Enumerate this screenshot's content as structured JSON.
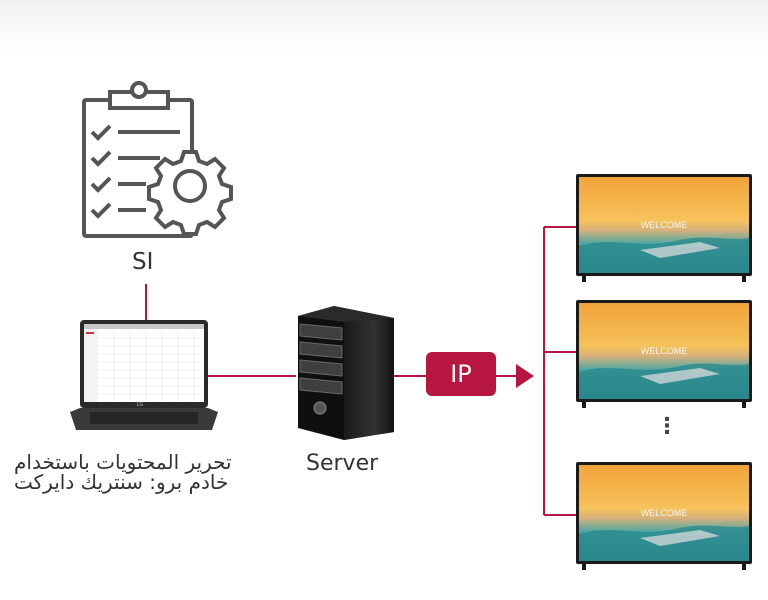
{
  "si_label": "SI",
  "server_label": "Server",
  "laptop_caption": {
    "line1": "تحرير المحتويات باستخدام",
    "line2": "خادم برو: سنتريك دايركت"
  },
  "ip_label": "IP",
  "more_indicator": "⋮",
  "laptop_brand": "LG",
  "tv_screen_text": "WELCOME",
  "colors": {
    "accent": "#b6163f",
    "icon_stroke": "#555555",
    "text": "#333333"
  }
}
